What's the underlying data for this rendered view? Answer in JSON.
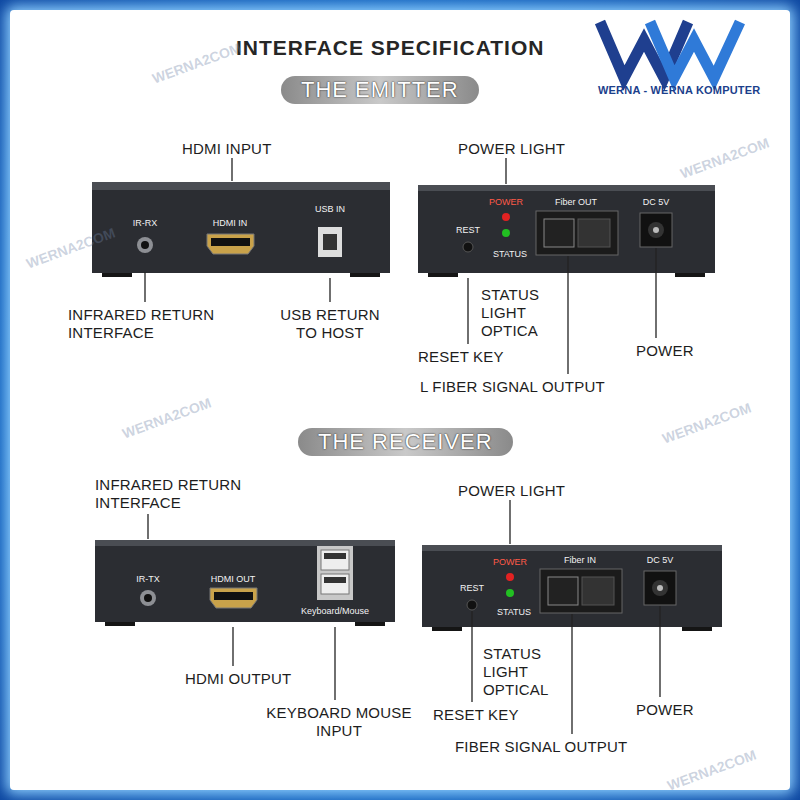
{
  "diagram": {
    "title": "INTERFACE SPECIFICATION",
    "nodes": [
      {
        "text": [
          "THE EMITTER"
        ]
      },
      {
        "text": [
          "IR-RX",
          "HDMI IN",
          "USB IN"
        ]
      },
      {
        "text": [
          "POWER",
          "REST",
          "STATUS",
          "Fiber OUT",
          "DC 5V"
        ]
      },
      {
        "text": [
          "THE RECEIVER"
        ]
      },
      {
        "text": [
          "IR-TX",
          "HDMI OUT",
          "Keyboard/Mouse"
        ]
      },
      {
        "text": [
          "POWER",
          "REST",
          "STATUS",
          "Fiber IN",
          "DC 5V"
        ]
      }
    ],
    "edges": [],
    "labels": [
      "HDMI INPUT",
      "INFRARED RETURN INTERFACE",
      "USB RETURN TO HOST",
      "POWER LIGHT",
      "STATUS LIGHT OPTICA",
      "RESET KEY",
      "L FIBER SIGNAL OUTPUT",
      "POWER",
      "INFRARED RETURN INTERFACE",
      "POWER LIGHT",
      "HDMI OUTPUT",
      "KEYBOARD MOUSE INPUT",
      "STATUS LIGHT OPTICAL",
      "RESET KEY",
      "FIBER SIGNAL OUTPUT",
      "POWER",
      "WERNA - WERNA KOMPUTER",
      "WERNA2COM",
      "WERNA2COM",
      "WERNA2COM",
      "WERNA2COM",
      "WERNA2COM",
      "WERNA2COM"
    ]
  }
}
